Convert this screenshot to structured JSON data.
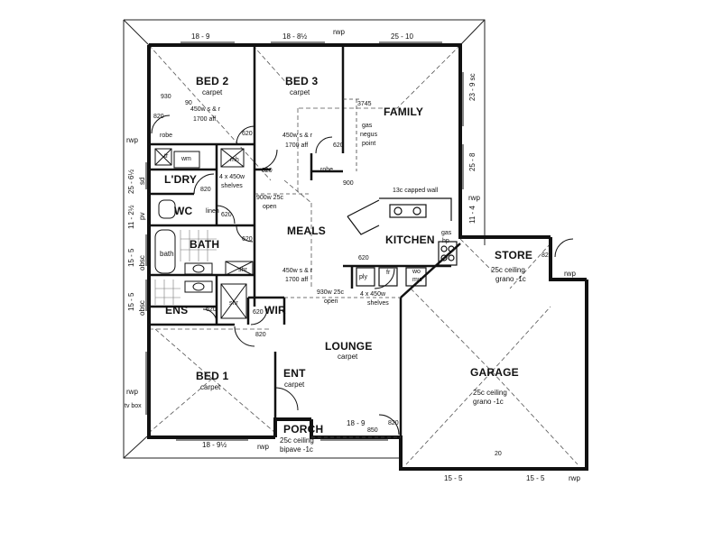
{
  "rooms": {
    "bed2": {
      "name": "BED 2",
      "floor": "carpet"
    },
    "bed3": {
      "name": "BED 3",
      "floor": "carpet"
    },
    "family": {
      "name": "FAMILY"
    },
    "ldry": {
      "name": "L'DRY"
    },
    "wc": {
      "name": "WC"
    },
    "bath": {
      "name": "BATH",
      "fixture": "bath"
    },
    "meals": {
      "name": "MEALS"
    },
    "kitchen": {
      "name": "KITCHEN"
    },
    "store": {
      "name": "STORE",
      "ceiling_1": "25c ceiling",
      "ceiling_2": "grano -1c"
    },
    "ens": {
      "name": "ENS"
    },
    "wir": {
      "name": "WIR"
    },
    "lounge": {
      "name": "LOUNGE",
      "floor": "carpet"
    },
    "bed1": {
      "name": "BED 1",
      "floor": "carpet"
    },
    "ent": {
      "name": "ENT",
      "floor": "carpet"
    },
    "porch": {
      "name": "PORCH",
      "ceiling_1": "25c ceiling",
      "ceiling_2": "bipave -1c"
    },
    "garage": {
      "name": "GARAGE",
      "ceiling_1": "25c ceiling",
      "ceiling_2": "grano -1c"
    }
  },
  "dims_top": {
    "d1": "18 - 9",
    "d2": "18 - 8½",
    "d3": "25 - 10",
    "rwp": "rwp"
  },
  "dims_bottom": {
    "d1": "18 - 9½",
    "d2": "18 - 9",
    "d3": "15 - 5",
    "d4": "15 - 5",
    "rwp1": "rwp",
    "rwp2": "rwp"
  },
  "dims_left": {
    "a": "25 - 6½",
    "b": "11 - 2½",
    "c": "15 - 5",
    "d": "15 - 5",
    "obsc1": "obsc",
    "obsc2": "obsc",
    "sd": "sd",
    "pv": "pv"
  },
  "dims_right": {
    "a": "23 - 9 sc",
    "b": "25 - 8",
    "c": "11 - 4",
    "rwp": "rwp"
  },
  "labels": {
    "rwp": "rwp",
    "tv_box": "tv box",
    "n930": "930",
    "n90": "90",
    "n820": "820",
    "n620": "620",
    "n850": "850",
    "n20": "20",
    "n3745": "3745",
    "n900": "900",
    "robe": "robe",
    "robe2": "robe",
    "tr": "tr",
    "wm": "wm",
    "mh": "mh",
    "linen": "linen",
    "shr": "shr",
    "ply": "ply",
    "fr": "fr",
    "wo": "wo",
    "mw": "mw",
    "gas": "gas",
    "hp": "hp",
    "wardrobe_bed2_1": "450w s & r",
    "wardrobe_bed2_2": "1700 aff",
    "wardrobe_bed3_1": "450w s & r",
    "wardrobe_bed3_2": "1700 aff",
    "ldry_shelves_1": "4 x 450w",
    "ldry_shelves_2": "shelves",
    "opening1_1": "900w 25c",
    "opening1_2": "open",
    "gas_point_1": "gas",
    "gas_point_2": "negus",
    "gas_point_3": "point",
    "capped_wall": "13c capped wall",
    "meals_sr_1": "450w s & r",
    "meals_sr_2": "1700 aff",
    "opening2_1": "930w 25c",
    "opening2_2": "open",
    "kit_shelves_1": "4 x 450w",
    "kit_shelves_2": "shelves"
  }
}
